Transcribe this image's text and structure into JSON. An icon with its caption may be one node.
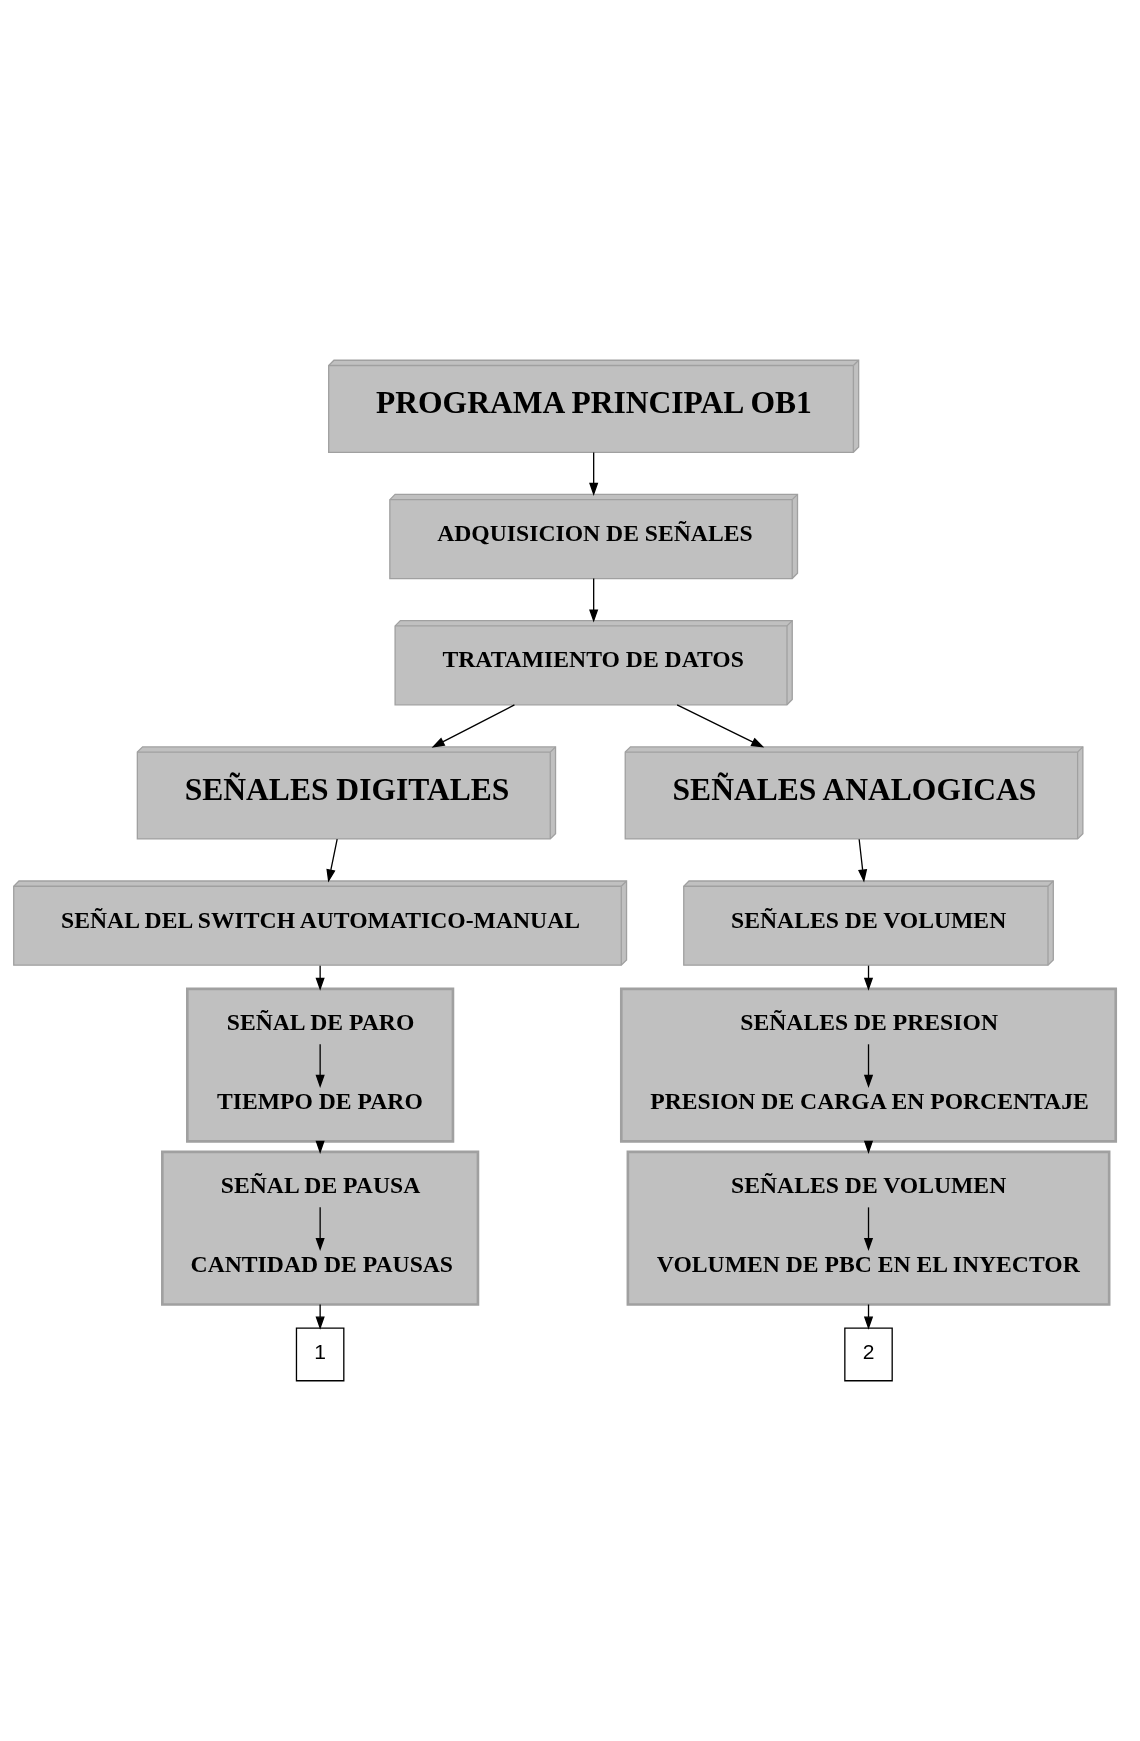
{
  "diagram": {
    "nodes": [
      {
        "text": [
          "PROGRAMA PRINCIPAL OB1"
        ]
      },
      {
        "text": [
          "ADQUISICION DE SEÑALES"
        ]
      },
      {
        "text": [
          "TRATAMIENTO DE DATOS"
        ]
      },
      {
        "text": [
          "SEÑALES DIGITALES"
        ]
      },
      {
        "text": [
          "SEÑALES ANALOGICAS"
        ]
      },
      {
        "text": [
          "SEÑAL DEL SWITCH AUTOMATICO-MANUAL"
        ]
      },
      {
        "text": [],
        "shape": "box"
      },
      {
        "text": [
          "SEÑAL DE PARO"
        ],
        "in": 6
      },
      {
        "text": [
          "TIEMPO DE PARO"
        ],
        "in": 6
      },
      {
        "text": [],
        "shape": "box"
      },
      {
        "text": [
          "SEÑAL DE PAUSA"
        ],
        "in": 9
      },
      {
        "text": [
          "CANTIDAD DE PAUSAS"
        ],
        "in": 9
      },
      {
        "text": [
          "1"
        ]
      },
      {
        "text": [
          "SEÑALES DE VOLUMEN"
        ]
      },
      {
        "text": [],
        "shape": "box"
      },
      {
        "text": [
          "SEÑALES DE PRESION"
        ],
        "in": 14
      },
      {
        "text": [
          "PRESION DE CARGA EN PORCENTAJE"
        ],
        "in": 14
      },
      {
        "text": [],
        "shape": "box"
      },
      {
        "text": [
          "SEÑALES DE VOLUMEN"
        ],
        "in": 17
      },
      {
        "text": [
          "VOLUMEN DE PBC EN EL INYECTOR"
        ],
        "in": 17
      },
      {
        "text": [
          "2"
        ]
      }
    ],
    "edges": [
      {
        "from": 0,
        "to": 1,
        "arrow": "to"
      },
      {
        "from": 1,
        "to": 2,
        "arrow": "to"
      },
      {
        "from": 2,
        "to": 3,
        "arrow": "to"
      },
      {
        "from": 2,
        "to": 4,
        "arrow": "to"
      },
      {
        "from": 3,
        "to": 5,
        "arrow": "to"
      },
      {
        "from": 5,
        "to": 6,
        "arrow": "to"
      },
      {
        "from": 7,
        "to": 8,
        "arrow": "to"
      },
      {
        "from": 6,
        "to": 9,
        "arrow": "to"
      },
      {
        "from": 10,
        "to": 11,
        "arrow": "to"
      },
      {
        "from": 9,
        "to": 12,
        "arrow": "to"
      },
      {
        "from": 4,
        "to": 13,
        "arrow": "to"
      },
      {
        "from": 13,
        "to": 14,
        "arrow": "to"
      },
      {
        "from": 15,
        "to": 16,
        "arrow": "to"
      },
      {
        "from": 14,
        "to": 17,
        "arrow": "to"
      },
      {
        "from": 18,
        "to": 19,
        "arrow": "to"
      },
      {
        "from": 17,
        "to": 20,
        "arrow": "to"
      }
    ]
  }
}
